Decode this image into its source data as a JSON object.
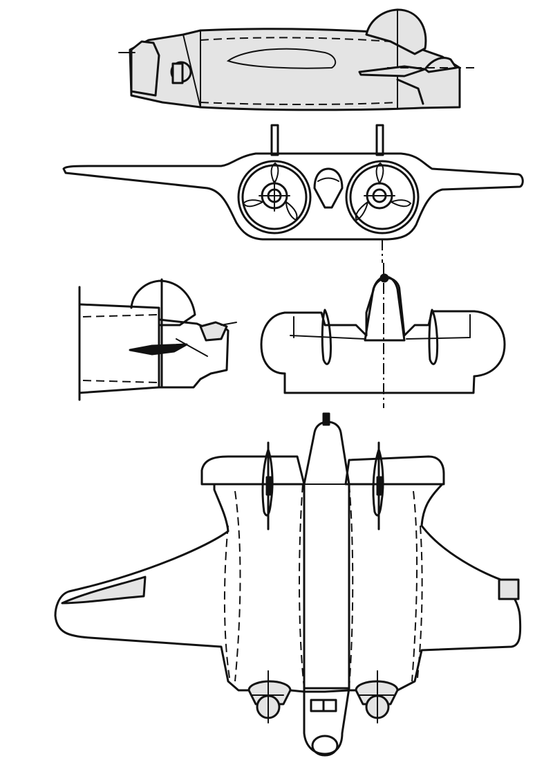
{
  "drawing": {
    "views": [
      {
        "id": "side-view",
        "label": ""
      },
      {
        "id": "front-view",
        "label": ""
      },
      {
        "id": "tail-side-detail",
        "label": ""
      },
      {
        "id": "rear-plan-detail",
        "label": ""
      },
      {
        "id": "plan-view",
        "label": ""
      }
    ],
    "colors": {
      "ink": "#111111",
      "tone": "#e4e4e4",
      "paper": "#ffffff"
    }
  }
}
